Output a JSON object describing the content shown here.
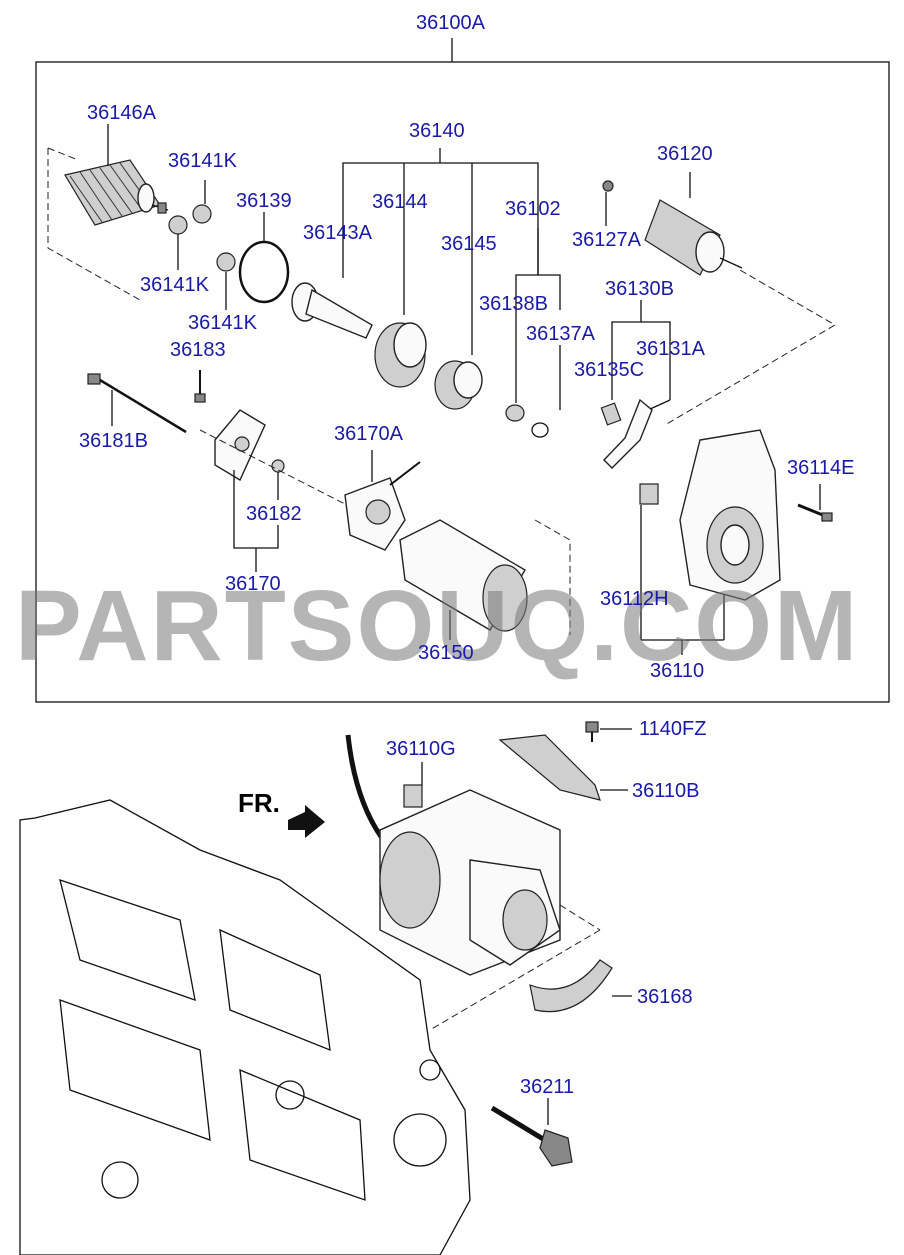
{
  "watermark": "PARTSOUQ.COM",
  "direction_label": "FR.",
  "labels": {
    "assembly": "36100A",
    "l_36146A": "36146A",
    "l_36141K_a": "36141K",
    "l_36141K_b": "36141K",
    "l_36141K_c": "36141K",
    "l_36139": "36139",
    "l_36140": "36140",
    "l_36144": "36144",
    "l_36143A": "36143A",
    "l_36145": "36145",
    "l_36102": "36102",
    "l_36138B": "36138B",
    "l_36137A": "36137A",
    "l_36120": "36120",
    "l_36127A": "36127A",
    "l_36130B": "36130B",
    "l_36131A": "36131A",
    "l_36135C": "36135C",
    "l_36183": "36183",
    "l_36181B": "36181B",
    "l_36170A": "36170A",
    "l_36182": "36182",
    "l_36170": "36170",
    "l_36150": "36150",
    "l_36114E": "36114E",
    "l_36112H": "36112H",
    "l_36110": "36110",
    "l_36110G": "36110G",
    "l_1140FZ": "1140FZ",
    "l_36110B": "36110B",
    "l_36168": "36168",
    "l_36211": "36211"
  },
  "colors": {
    "label": "#1a1aa8",
    "line": "#111111",
    "watermark": "#787878"
  }
}
